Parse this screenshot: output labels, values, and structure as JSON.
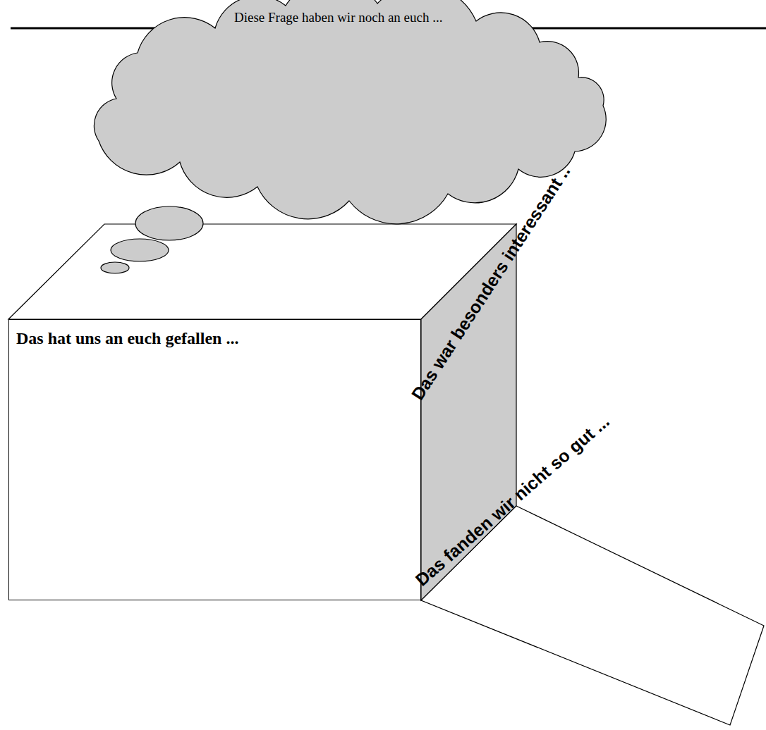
{
  "diagram": {
    "nodes": [
      {
        "text": [
          "Diese Frage haben wir noch an euch ..."
        ]
      },
      {
        "text": [
          "Das hat uns an euch gefallen ..."
        ]
      },
      {
        "text": [
          "Das war besonders interessant .."
        ]
      },
      {
        "text": [
          "Das fanden wir nicht so gut ..."
        ]
      }
    ]
  }
}
